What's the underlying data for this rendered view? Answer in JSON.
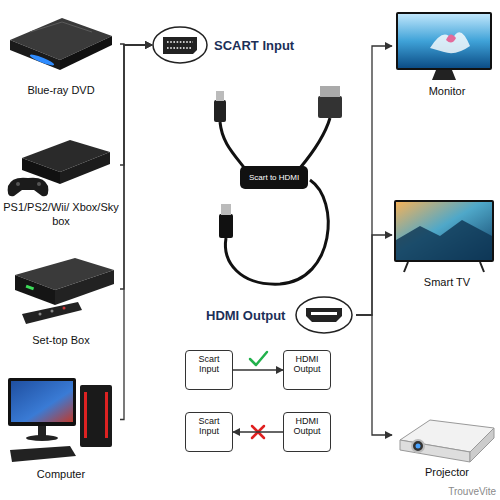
{
  "diagram": {
    "nodes": [
      {
        "text": [
          "Blue-ray DVD"
        ]
      },
      {
        "text": [
          "PS1/PS2/Wii/ Xbox/Sky box"
        ]
      },
      {
        "text": [
          "Set-top Box"
        ]
      },
      {
        "text": [
          "Computer"
        ]
      },
      {
        "text": [
          "SCART Input"
        ]
      },
      {
        "text": [
          "Scart to HDMI"
        ]
      },
      {
        "text": [
          "HDMI Output"
        ]
      },
      {
        "text": [
          "Monitor"
        ]
      },
      {
        "text": [
          "Smart TV"
        ]
      },
      {
        "text": [
          "Projector"
        ]
      },
      {
        "text": [
          "Scart Input"
        ]
      },
      {
        "text": [
          "HDMI Output"
        ]
      },
      {
        "text": [
          "Scart Input"
        ]
      },
      {
        "text": [
          "HDMI Output"
        ]
      }
    ],
    "edges": [
      {
        "from": 0,
        "to": 4,
        "arrow": "to"
      },
      {
        "from": 1,
        "to": 4,
        "arrow": "to"
      },
      {
        "from": 2,
        "to": 4,
        "arrow": "to"
      },
      {
        "from": 3,
        "to": 4,
        "arrow": "to"
      },
      {
        "from": 6,
        "to": 7,
        "arrow": "to"
      },
      {
        "from": 6,
        "to": 8,
        "arrow": "to"
      },
      {
        "from": 6,
        "to": 9,
        "arrow": "to"
      },
      {
        "from": 10,
        "to": 11,
        "arrow": "to"
      },
      {
        "from": 13,
        "to": 12,
        "arrow": "to"
      }
    ],
    "labels": [
      "TrouveVite"
    ]
  }
}
